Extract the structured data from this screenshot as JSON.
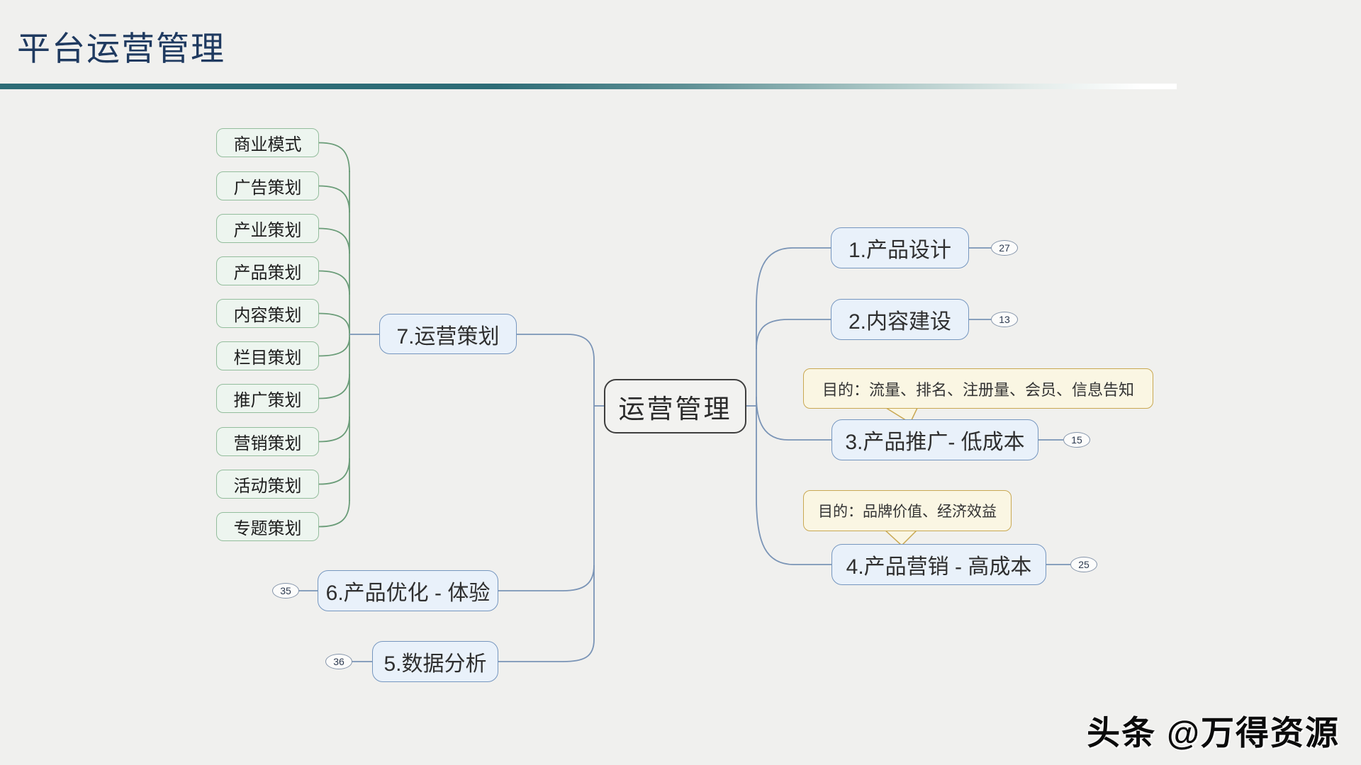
{
  "page": {
    "title": "平台运营管理"
  },
  "theme": {
    "bg": "#f0f0ee",
    "title": "#1f3a60",
    "teal": "#2d6c76",
    "green-bg": "#edf5ef",
    "green-border": "#93bd9c",
    "green-line": "#6a9c78",
    "blue-bg": "#e9f1fa",
    "blue-border": "#7596bf",
    "blue-line": "#7a94b6",
    "root-border": "#3e3e3e",
    "callout-bg": "#faf6e3",
    "callout-border": "#c9a852"
  },
  "mindmap": {
    "root": {
      "label": "运营管理"
    },
    "left_branch": {
      "node": {
        "label": "7.运营策划"
      },
      "children": [
        "商业模式",
        "广告策划",
        "产业策划",
        "产品策划",
        "内容策划",
        "栏目策划",
        "推广策划",
        "营销策划",
        "活动策划",
        "专题策划"
      ]
    },
    "right_nodes": [
      {
        "label": "1.产品设计",
        "badge": "27"
      },
      {
        "label": "2.内容建设",
        "badge": "13"
      },
      {
        "label": "3.产品推广- 低成本",
        "badge": "15",
        "callout": "目的：流量、排名、注册量、会员、信息告知"
      },
      {
        "label": "4.产品营销 - 高成本",
        "badge": "25",
        "callout": "目的：品牌价值、经济效益"
      }
    ],
    "bottom_nodes": [
      {
        "label": "6.产品优化 - 体验",
        "badge": "35"
      },
      {
        "label": "5.数据分析",
        "badge": "36"
      }
    ]
  },
  "watermark": {
    "text": "头条 @万得资源"
  }
}
